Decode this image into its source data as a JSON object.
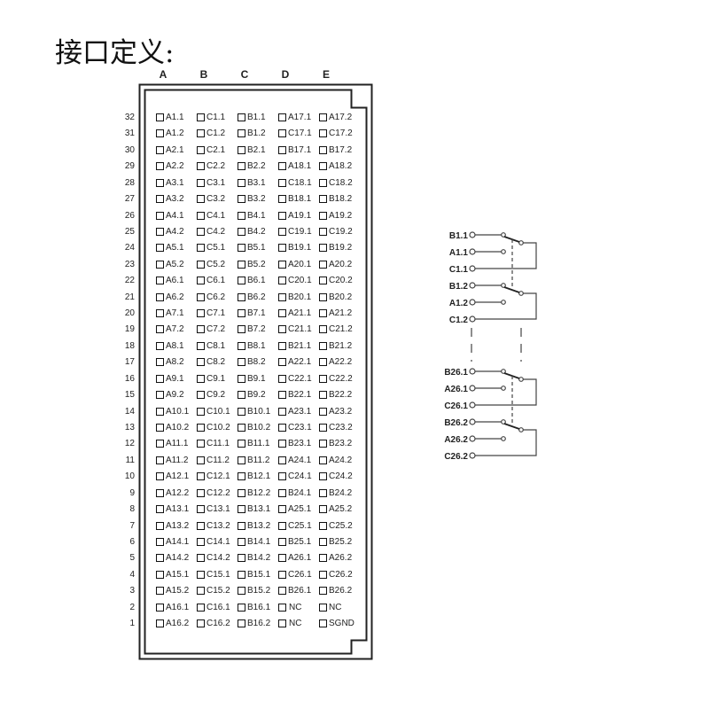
{
  "title": "接口定义:",
  "columns": [
    "A",
    "B",
    "C",
    "D",
    "E"
  ],
  "rows": [
    {
      "n": "32",
      "cells": [
        "A1.1",
        "C1.1",
        "B1.1",
        "A17.1",
        "A17.2"
      ]
    },
    {
      "n": "31",
      "cells": [
        "A1.2",
        "C1.2",
        "B1.2",
        "C17.1",
        "C17.2"
      ]
    },
    {
      "n": "30",
      "cells": [
        "A2.1",
        "C2.1",
        "B2.1",
        "B17.1",
        "B17.2"
      ]
    },
    {
      "n": "29",
      "cells": [
        "A2.2",
        "C2.2",
        "B2.2",
        "A18.1",
        "A18.2"
      ]
    },
    {
      "n": "28",
      "cells": [
        "A3.1",
        "C3.1",
        "B3.1",
        "C18.1",
        "C18.2"
      ]
    },
    {
      "n": "27",
      "cells": [
        "A3.2",
        "C3.2",
        "B3.2",
        "B18.1",
        "B18.2"
      ]
    },
    {
      "n": "26",
      "cells": [
        "A4.1",
        "C4.1",
        "B4.1",
        "A19.1",
        "A19.2"
      ]
    },
    {
      "n": "25",
      "cells": [
        "A4.2",
        "C4.2",
        "B4.2",
        "C19.1",
        "C19.2"
      ]
    },
    {
      "n": "24",
      "cells": [
        "A5.1",
        "C5.1",
        "B5.1",
        "B19.1",
        "B19.2"
      ]
    },
    {
      "n": "23",
      "cells": [
        "A5.2",
        "C5.2",
        "B5.2",
        "A20.1",
        "A20.2"
      ]
    },
    {
      "n": "22",
      "cells": [
        "A6.1",
        "C6.1",
        "B6.1",
        "C20.1",
        "C20.2"
      ]
    },
    {
      "n": "21",
      "cells": [
        "A6.2",
        "C6.2",
        "B6.2",
        "B20.1",
        "B20.2"
      ]
    },
    {
      "n": "20",
      "cells": [
        "A7.1",
        "C7.1",
        "B7.1",
        "A21.1",
        "A21.2"
      ]
    },
    {
      "n": "19",
      "cells": [
        "A7.2",
        "C7.2",
        "B7.2",
        "C21.1",
        "C21.2"
      ]
    },
    {
      "n": "18",
      "cells": [
        "A8.1",
        "C8.1",
        "B8.1",
        "B21.1",
        "B21.2"
      ]
    },
    {
      "n": "17",
      "cells": [
        "A8.2",
        "C8.2",
        "B8.2",
        "A22.1",
        "A22.2"
      ]
    },
    {
      "n": "16",
      "cells": [
        "A9.1",
        "C9.1",
        "B9.1",
        "C22.1",
        "C22.2"
      ]
    },
    {
      "n": "15",
      "cells": [
        "A9.2",
        "C9.2",
        "B9.2",
        "B22.1",
        "B22.2"
      ]
    },
    {
      "n": "14",
      "cells": [
        "A10.1",
        "C10.1",
        "B10.1",
        "A23.1",
        "A23.2"
      ]
    },
    {
      "n": "13",
      "cells": [
        "A10.2",
        "C10.2",
        "B10.2",
        "C23.1",
        "C23.2"
      ]
    },
    {
      "n": "12",
      "cells": [
        "A11.1",
        "C11.1",
        "B11.1",
        "B23.1",
        "B23.2"
      ]
    },
    {
      "n": "11",
      "cells": [
        "A11.2",
        "C11.2",
        "B11.2",
        "A24.1",
        "A24.2"
      ]
    },
    {
      "n": "10",
      "cells": [
        "A12.1",
        "C12.1",
        "B12.1",
        "C24.1",
        "C24.2"
      ]
    },
    {
      "n": "9",
      "cells": [
        "A12.2",
        "C12.2",
        "B12.2",
        "B24.1",
        "B24.2"
      ]
    },
    {
      "n": "8",
      "cells": [
        "A13.1",
        "C13.1",
        "B13.1",
        "A25.1",
        "A25.2"
      ]
    },
    {
      "n": "7",
      "cells": [
        "A13.2",
        "C13.2",
        "B13.2",
        "C25.1",
        "C25.2"
      ]
    },
    {
      "n": "6",
      "cells": [
        "A14.1",
        "C14.1",
        "B14.1",
        "B25.1",
        "B25.2"
      ]
    },
    {
      "n": "5",
      "cells": [
        "A14.2",
        "C14.2",
        "B14.2",
        "A26.1",
        "A26.2"
      ]
    },
    {
      "n": "4",
      "cells": [
        "A15.1",
        "C15.1",
        "B15.1",
        "C26.1",
        "C26.2"
      ]
    },
    {
      "n": "3",
      "cells": [
        "A15.2",
        "C15.2",
        "B15.2",
        "B26.1",
        "B26.2"
      ]
    },
    {
      "n": "2",
      "cells": [
        "A16.1",
        "C16.1",
        "B16.1",
        "NC",
        "NC"
      ]
    },
    {
      "n": "1",
      "cells": [
        "A16.2",
        "C16.2",
        "B16.2",
        "NC",
        "SGND"
      ]
    }
  ],
  "schematic": {
    "groups": [
      [
        "B1.1",
        "A1.1",
        "C1.1"
      ],
      [
        "B1.2",
        "A1.2",
        "C1.2"
      ],
      [
        "B26.1",
        "A26.1",
        "C26.1"
      ],
      [
        "B26.2",
        "A26.2",
        "C26.2"
      ]
    ]
  }
}
